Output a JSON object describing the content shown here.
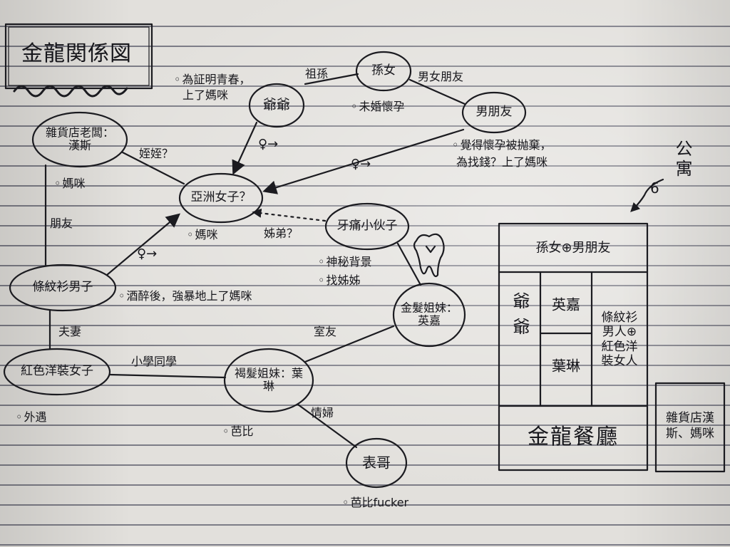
{
  "title": "金龍関係図",
  "nodes": {
    "grandpa": "爺爺",
    "granddaughter": "孫女",
    "boyfriend": "男朋友",
    "shopowner": "雜貨店老闆：漢斯",
    "asian_woman": "亞洲女子？",
    "toothache_guy": "牙痛小伙子",
    "tattoo_man": "條紋衫男子",
    "red_woman": "紅色洋裝女子",
    "blonde_yingjia": "金髮姐妹：英嘉",
    "brunette_yelin": "褐髮姐妹：葉琳",
    "cousin": "表哥"
  },
  "edge_labels": {
    "grandfather_grandchild": "祖孫",
    "romantic": "男女朋友",
    "suspected_lover": "姪姪？",
    "friends": "朋友",
    "married": "夫妻",
    "siblings": "姊弟？",
    "classmates": "小學同學",
    "roommates": "室友",
    "lovers": "情婦",
    "female_symbol_1": "♀→",
    "female_symbol_2": "♀→",
    "female_symbol_3": "♀→"
  },
  "annotations": {
    "grandpa_note_1": "為証明青春，",
    "grandpa_note_2": "上了媽咪",
    "granddaughter_note": "未婚懷孕",
    "boyfriend_note_1": "覺得懷孕被抛棄，",
    "boyfriend_note_2": "為找錢？上了媽咪",
    "shopowner_note": "媽咪",
    "asian_woman_note": "媽咪",
    "toothache_note_1": "神秘背景",
    "toothache_note_2": "找姊姊",
    "tattoo_note": "酒醉後，強暴地上了媽咪",
    "red_woman_note": "外遇",
    "yelin_note": "芭比",
    "cousin_note": "芭比fucker"
  },
  "apartment": {
    "label": "公寓",
    "floor_number": "6",
    "top_room": "孫女⊕男朋友",
    "room_grandpa": "爺爺",
    "room_yingjia": "英嘉",
    "room_yelin": "葉琳",
    "room_couple": "條紋衫男人⊕紅色洋裝女人",
    "restaurant": "金龍餐廳",
    "shop": "雜貨店漢斯、媽咪"
  },
  "colors": {
    "ink": "#1b1b20",
    "paper": "#e2e0dc",
    "rule_line": "#7c7c86"
  }
}
